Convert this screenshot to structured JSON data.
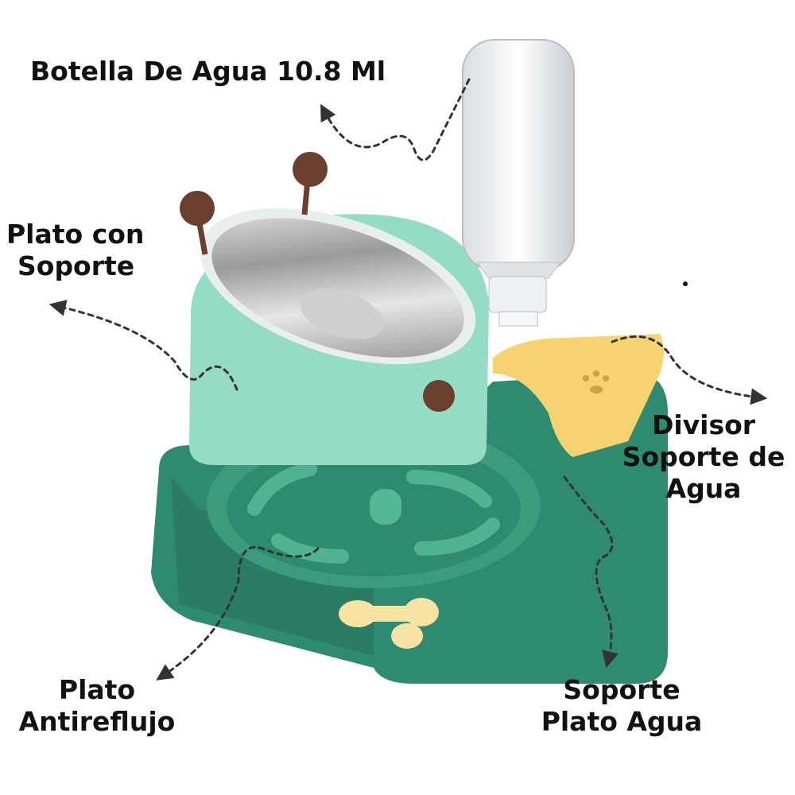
{
  "labels": {
    "bottle": "Botella De Agua 10.8 Ml",
    "plate_with_stand": [
      "Plato con",
      "Soporte"
    ],
    "divider": [
      "Divisor",
      "Soporte de",
      "Agua"
    ],
    "anti_reflux_plate": [
      "Plato",
      "Antireflujo"
    ],
    "water_plate_stand": [
      "Soporte",
      "Plato Agua"
    ]
  },
  "colors": {
    "mint": "#95dcc4",
    "base_green": "#2f8b70",
    "yellow": "#f6d271",
    "brown": "#6b3f2e",
    "arrow": "#333333"
  }
}
